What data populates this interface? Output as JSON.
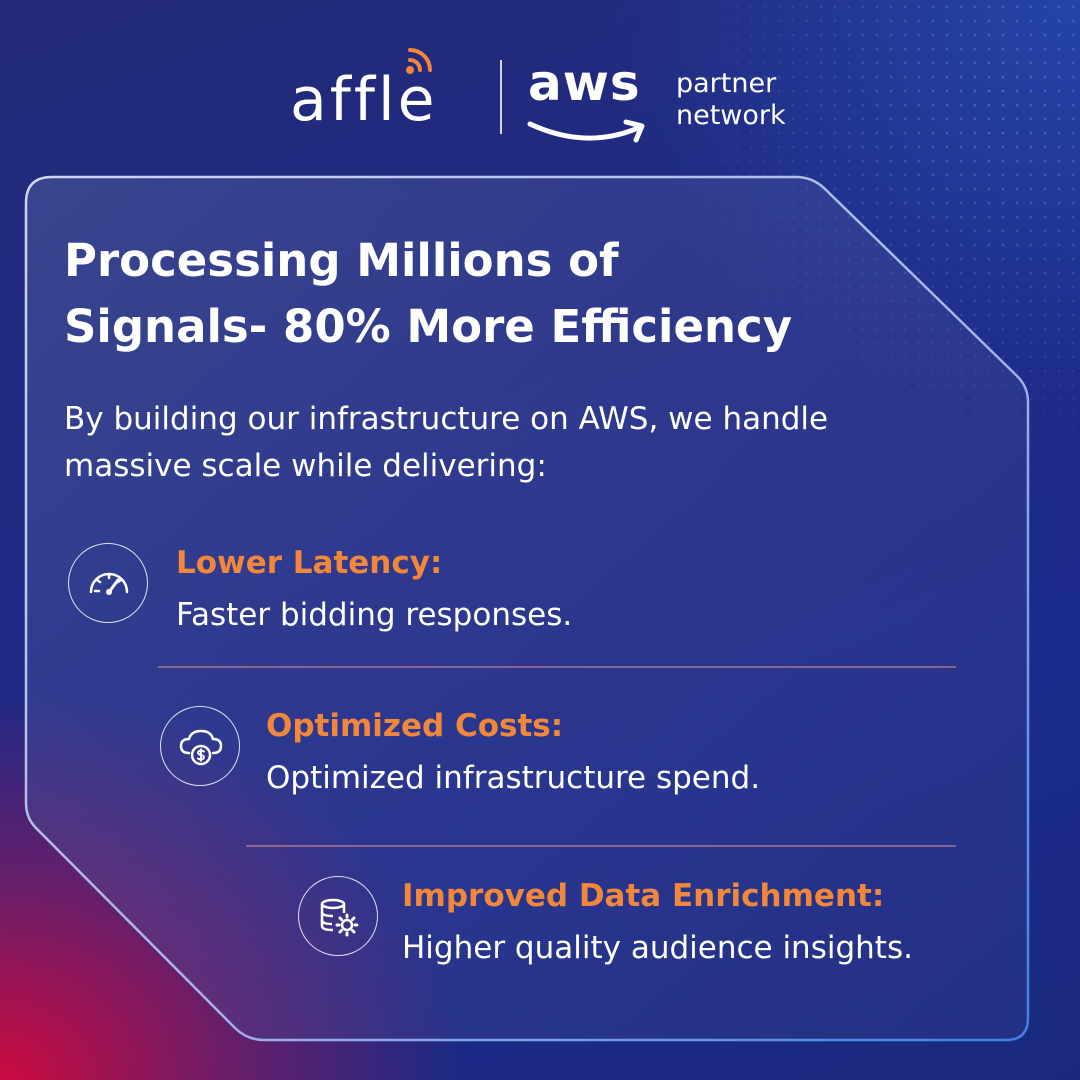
{
  "brand": {
    "affle_logo_text": "affle",
    "aws_logo_text": "aws",
    "partner_line1": "partner",
    "partner_line2": "network"
  },
  "colors": {
    "accent_orange": "#f0873a",
    "background_blue": "#1e2a86",
    "background_red": "#d6083a",
    "card_border_blue": "#3f7fe6"
  },
  "headline": {
    "line1": "Processing Millions of",
    "line2": "Signals- 80% More Efficiency"
  },
  "intro": {
    "line1": "By building our infrastructure on AWS, we handle",
    "line2": "massive scale while delivering:"
  },
  "benefits": [
    {
      "icon": "speedometer-icon",
      "title": "Lower Latency:",
      "description": "Faster bidding responses."
    },
    {
      "icon": "cloud-cost-icon",
      "title": "Optimized Costs:",
      "description": "Optimized infrastructure spend."
    },
    {
      "icon": "database-gear-icon",
      "title": "Improved Data Enrichment:",
      "description": "Higher quality audience insights."
    }
  ]
}
